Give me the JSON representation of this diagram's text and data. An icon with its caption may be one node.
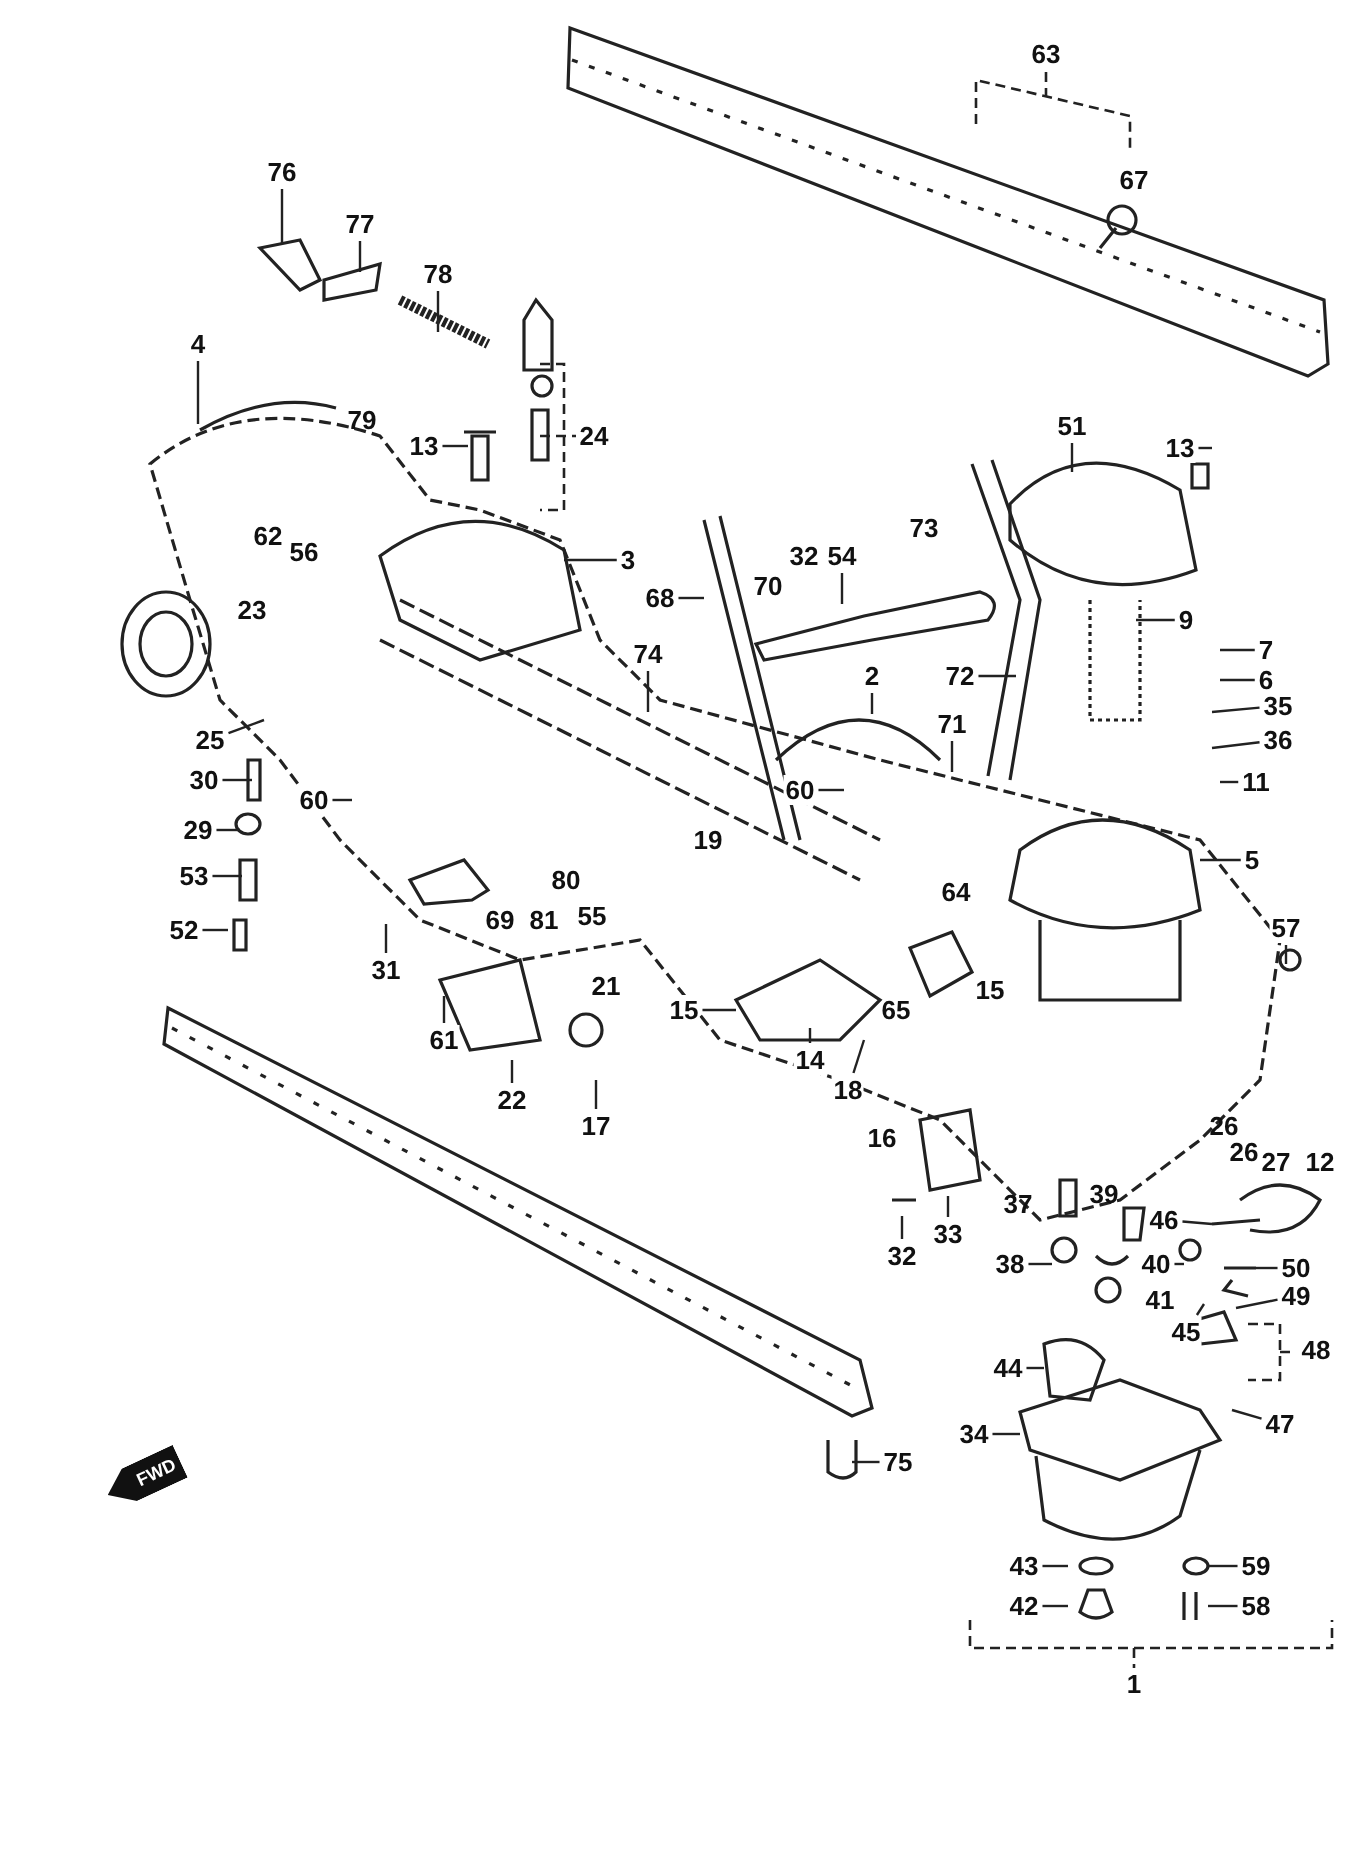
{
  "diagram": {
    "nodes": [
      {
        "text": [
          "76"
        ]
      },
      {
        "text": [
          "77"
        ]
      },
      {
        "text": [
          "78"
        ]
      },
      {
        "text": [
          "4"
        ]
      },
      {
        "text": [
          "13"
        ]
      },
      {
        "text": [
          "3"
        ]
      },
      {
        "text": [
          "68"
        ]
      },
      {
        "text": [
          "54"
        ]
      },
      {
        "text": [
          "51"
        ]
      },
      {
        "text": [
          "13"
        ]
      },
      {
        "text": [
          "9"
        ]
      },
      {
        "text": [
          "7"
        ]
      },
      {
        "text": [
          "6"
        ]
      },
      {
        "text": [
          "35"
        ]
      },
      {
        "text": [
          "36"
        ]
      },
      {
        "text": [
          "11"
        ]
      },
      {
        "text": [
          "72"
        ]
      },
      {
        "text": [
          "71"
        ]
      },
      {
        "text": [
          "2"
        ]
      },
      {
        "text": [
          "74"
        ]
      },
      {
        "text": [
          "60"
        ]
      },
      {
        "text": [
          "60"
        ]
      },
      {
        "text": [
          "25"
        ]
      },
      {
        "text": [
          "30"
        ]
      },
      {
        "text": [
          "29"
        ]
      },
      {
        "text": [
          "53"
        ]
      },
      {
        "text": [
          "52"
        ]
      },
      {
        "text": [
          "31"
        ]
      },
      {
        "text": [
          "61"
        ]
      },
      {
        "text": [
          "22"
        ]
      },
      {
        "text": [
          "17"
        ]
      },
      {
        "text": [
          "15"
        ]
      },
      {
        "text": [
          "14"
        ]
      },
      {
        "text": [
          "18"
        ]
      },
      {
        "text": [
          "5"
        ]
      },
      {
        "text": [
          "57"
        ]
      },
      {
        "text": [
          "32"
        ]
      },
      {
        "text": [
          "33"
        ]
      },
      {
        "text": [
          "46"
        ]
      },
      {
        "text": [
          "38"
        ]
      },
      {
        "text": [
          "40"
        ]
      },
      {
        "text": [
          "50"
        ]
      },
      {
        "text": [
          "49"
        ]
      },
      {
        "text": [
          "45"
        ]
      },
      {
        "text": [
          "44"
        ]
      },
      {
        "text": [
          "47"
        ]
      },
      {
        "text": [
          "34"
        ]
      },
      {
        "text": [
          "75"
        ]
      },
      {
        "text": [
          "43"
        ]
      },
      {
        "text": [
          "59"
        ]
      },
      {
        "text": [
          "42"
        ]
      },
      {
        "text": [
          "58"
        ]
      }
    ],
    "edges": [
      {
        "from": 0,
        "to": null,
        "arrow": "none"
      },
      {
        "from": 1,
        "to": null,
        "arrow": "none"
      },
      {
        "from": 2,
        "to": null,
        "arrow": "none"
      },
      {
        "from": 3,
        "to": null,
        "arrow": "none"
      },
      {
        "from": 4,
        "to": null,
        "arrow": "none"
      },
      {
        "from": 5,
        "to": null,
        "arrow": "none"
      },
      {
        "from": 6,
        "to": null,
        "arrow": "none"
      },
      {
        "from": 7,
        "to": null,
        "arrow": "none"
      },
      {
        "from": 8,
        "to": null,
        "arrow": "none"
      },
      {
        "from": 9,
        "to": null,
        "arrow": "none"
      },
      {
        "from": 10,
        "to": null,
        "arrow": "none"
      },
      {
        "from": 11,
        "to": null,
        "arrow": "none"
      },
      {
        "from": 12,
        "to": null,
        "arrow": "none"
      },
      {
        "from": 13,
        "to": null,
        "arrow": "none"
      },
      {
        "from": 14,
        "to": null,
        "arrow": "none"
      },
      {
        "from": 15,
        "to": null,
        "arrow": "none"
      },
      {
        "from": 16,
        "to": null,
        "arrow": "none"
      },
      {
        "from": 17,
        "to": null,
        "arrow": "none"
      },
      {
        "from": 18,
        "to": null,
        "arrow": "none"
      },
      {
        "from": 19,
        "to": null,
        "arrow": "none"
      },
      {
        "from": 20,
        "to": null,
        "arrow": "none"
      },
      {
        "from": 21,
        "to": null,
        "arrow": "none"
      },
      {
        "from": 22,
        "to": null,
        "arrow": "none"
      },
      {
        "from": 23,
        "to": null,
        "arrow": "none"
      },
      {
        "from": 24,
        "to": null,
        "arrow": "none"
      },
      {
        "from": 25,
        "to": null,
        "arrow": "none"
      },
      {
        "from": 26,
        "to": null,
        "arrow": "none"
      },
      {
        "from": 27,
        "to": null,
        "arrow": "none"
      },
      {
        "from": 28,
        "to": null,
        "arrow": "none"
      },
      {
        "from": 29,
        "to": null,
        "arrow": "none"
      },
      {
        "from": 30,
        "to": null,
        "arrow": "none"
      },
      {
        "from": 31,
        "to": null,
        "arrow": "none"
      },
      {
        "from": 32,
        "to": null,
        "arrow": "none"
      },
      {
        "from": 33,
        "to": null,
        "arrow": "none"
      },
      {
        "from": 34,
        "to": null,
        "arrow": "none"
      },
      {
        "from": 35,
        "to": null,
        "arrow": "none"
      },
      {
        "from": 36,
        "to": null,
        "arrow": "none"
      },
      {
        "from": 37,
        "to": null,
        "arrow": "none"
      },
      {
        "from": 38,
        "to": null,
        "arrow": "none"
      },
      {
        "from": 39,
        "to": null,
        "arrow": "none"
      },
      {
        "from": 40,
        "to": null,
        "arrow": "none"
      },
      {
        "from": 41,
        "to": null,
        "arrow": "none"
      },
      {
        "from": 42,
        "to": null,
        "arrow": "none"
      },
      {
        "from": 43,
        "to": null,
        "arrow": "none"
      },
      {
        "from": 44,
        "to": null,
        "arrow": "none"
      },
      {
        "from": 45,
        "to": null,
        "arrow": "none"
      },
      {
        "from": 46,
        "to": null,
        "arrow": "none"
      },
      {
        "from": 47,
        "to": null,
        "arrow": "none"
      },
      {
        "from": 48,
        "to": null,
        "arrow": "none"
      },
      {
        "from": 49,
        "to": null,
        "arrow": "none"
      },
      {
        "from": 50,
        "to": null,
        "arrow": "none"
      },
      {
        "from": 51,
        "to": null,
        "arrow": "none"
      }
    ],
    "labels": [
      "63",
      "67",
      "24",
      "79",
      "62",
      "56",
      "23",
      "70",
      "32",
      "73",
      "19",
      "80",
      "81",
      "69",
      "55",
      "21",
      "64",
      "65",
      "15",
      "26",
      "26",
      "27",
      "12",
      "16",
      "37",
      "39",
      "41",
      "48",
      "1",
      "FWD"
    ]
  }
}
